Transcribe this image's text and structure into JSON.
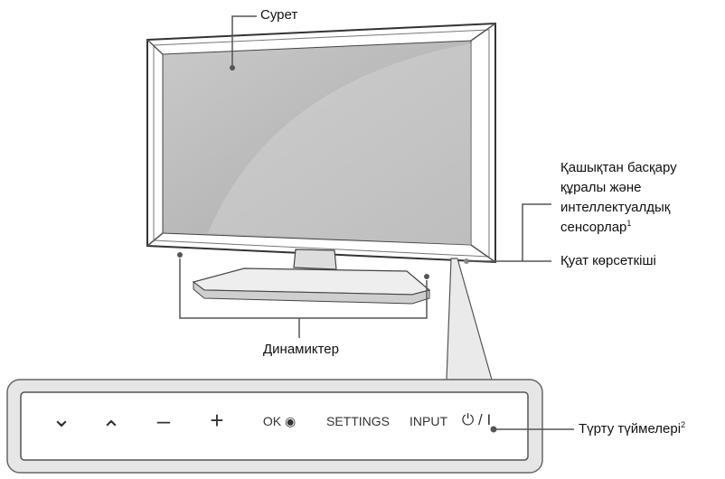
{
  "labels": {
    "picture": "Сурет",
    "remote_sensors_line1": "Қашықтан басқару",
    "remote_sensors_line2": "құралы және",
    "remote_sensors_line3": "интеллектуалдық",
    "remote_sensors_line4": "сенсорлар",
    "remote_sensors_sup": "1",
    "power_indicator": "Қуат көрсеткіші",
    "speakers": "Динамиктер",
    "touch_buttons": "Түрту түймелері",
    "touch_buttons_sup": "2"
  },
  "buttons": {
    "down": "⌄",
    "up": "⌃",
    "minus": "–",
    "plus": "+",
    "ok": "OK ◉",
    "settings": "SETTINGS",
    "input": "INPUT",
    "power": "⏻ / I"
  }
}
